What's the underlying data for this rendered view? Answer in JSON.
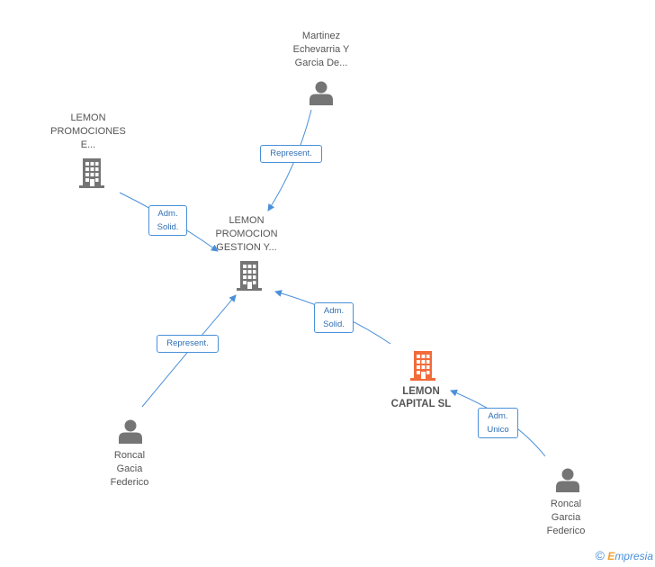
{
  "nodes": {
    "martinez": {
      "label_lines": [
        "Martinez",
        "Echevarria Y",
        "Garcia De..."
      ],
      "kind": "person",
      "icon": "person-icon"
    },
    "lemon_promociones": {
      "label_lines": [
        "LEMON",
        "PROMOCIONES",
        "E..."
      ],
      "kind": "company",
      "icon": "building-icon"
    },
    "lemon_promocion_gestion": {
      "label_lines": [
        "LEMON",
        "PROMOCION",
        "GESTION Y..."
      ],
      "kind": "company",
      "icon": "building-icon"
    },
    "lemon_capital": {
      "label_lines": [
        "LEMON",
        "CAPITAL SL"
      ],
      "kind": "company-main",
      "icon": "building-icon"
    },
    "roncal_gacia": {
      "label_lines": [
        "Roncal",
        "Gacia",
        "Federico"
      ],
      "kind": "person",
      "icon": "person-icon"
    },
    "roncal_garcia": {
      "label_lines": [
        "Roncal",
        "Garcia",
        "Federico"
      ],
      "kind": "person",
      "icon": "person-icon"
    }
  },
  "edges": {
    "e1": {
      "lines": [
        "Represent."
      ]
    },
    "e2": {
      "lines": [
        "Adm.",
        "Solid."
      ]
    },
    "e3": {
      "lines": [
        "Represent."
      ]
    },
    "e4": {
      "lines": [
        "Adm.",
        "Solid."
      ]
    },
    "e5": {
      "lines": [
        "Adm.",
        "Unico"
      ]
    }
  },
  "brand": {
    "copyright": "©",
    "e": "E",
    "rest": "mpresia"
  },
  "colors": {
    "node_gray": "#757575",
    "main_company": "#f26b3a",
    "edge": "#4a90d9",
    "label_text": "#555555"
  }
}
